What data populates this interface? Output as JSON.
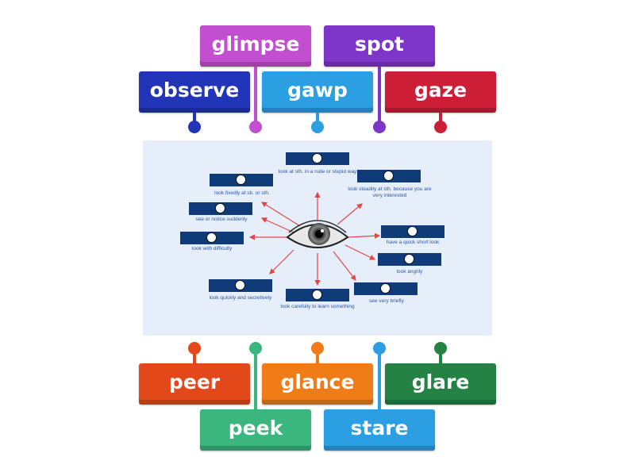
{
  "top_words": [
    {
      "label": "glimpse",
      "color": "#c24fcf"
    },
    {
      "label": "spot",
      "color": "#7d36c9"
    },
    {
      "label": "observe",
      "color": "#2235b8"
    },
    {
      "label": "gawp",
      "color": "#2b9fe2"
    },
    {
      "label": "gaze",
      "color": "#cc1f37"
    }
  ],
  "bottom_words": [
    {
      "label": "peer",
      "color": "#e3481b"
    },
    {
      "label": "glance",
      "color": "#f07c17"
    },
    {
      "label": "glare",
      "color": "#238244"
    },
    {
      "label": "peek",
      "color": "#3ab67e"
    },
    {
      "label": "stare",
      "color": "#2b9fe2"
    }
  ],
  "top_pins": [
    {
      "color": "#2235b8"
    },
    {
      "color": "#c24fcf"
    },
    {
      "color": "#2b9fe2"
    },
    {
      "color": "#7d36c9"
    },
    {
      "color": "#cc1f37"
    }
  ],
  "bottom_pins": [
    {
      "color": "#e3481b"
    },
    {
      "color": "#3ab67e"
    },
    {
      "color": "#f07c17"
    },
    {
      "color": "#2b9fe2"
    },
    {
      "color": "#238244"
    }
  ],
  "definitions": [
    "look at sth. in a rude or stupid way",
    "look steadily at sth. because you are very interested",
    "look fixedly at sb. or sth.",
    "see or notice suddenly",
    "look with difficulty",
    "have a quick short look",
    "look angrily",
    "look quickly and secretively",
    "look carefully to learn something",
    "see very briefly"
  ]
}
